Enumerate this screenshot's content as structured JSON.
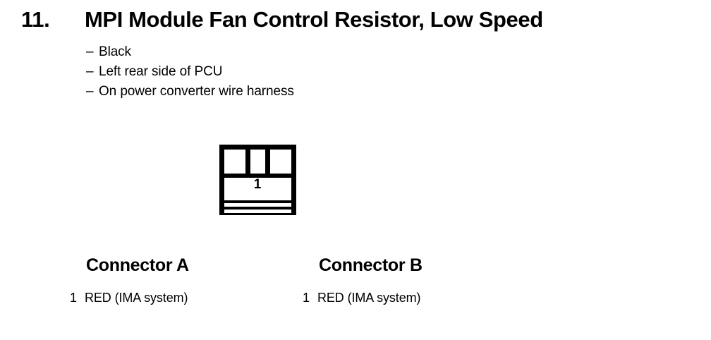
{
  "page": {
    "background_color": "#ffffff",
    "ink_color": "#000000"
  },
  "section": {
    "number": "11.",
    "title": "MPI Module Fan Control Resistor, Low Speed",
    "notes": [
      {
        "dash": "–",
        "text": "Black"
      },
      {
        "dash": "–",
        "text": "Left rear side of PCU"
      },
      {
        "dash": "–",
        "text": "On power converter wire harness"
      }
    ]
  },
  "connector_symbol": {
    "name": "connector-outline-diagram",
    "pin_label": "1",
    "description": "Single-cavity connector body with notched top and three ribs at the base"
  },
  "connectors": [
    {
      "heading": "Connector A",
      "pins": [
        {
          "number": "1",
          "description": "RED (IMA system)"
        }
      ]
    },
    {
      "heading": "Connector B",
      "pins": [
        {
          "number": "1",
          "description": "RED (IMA system)"
        }
      ]
    }
  ]
}
